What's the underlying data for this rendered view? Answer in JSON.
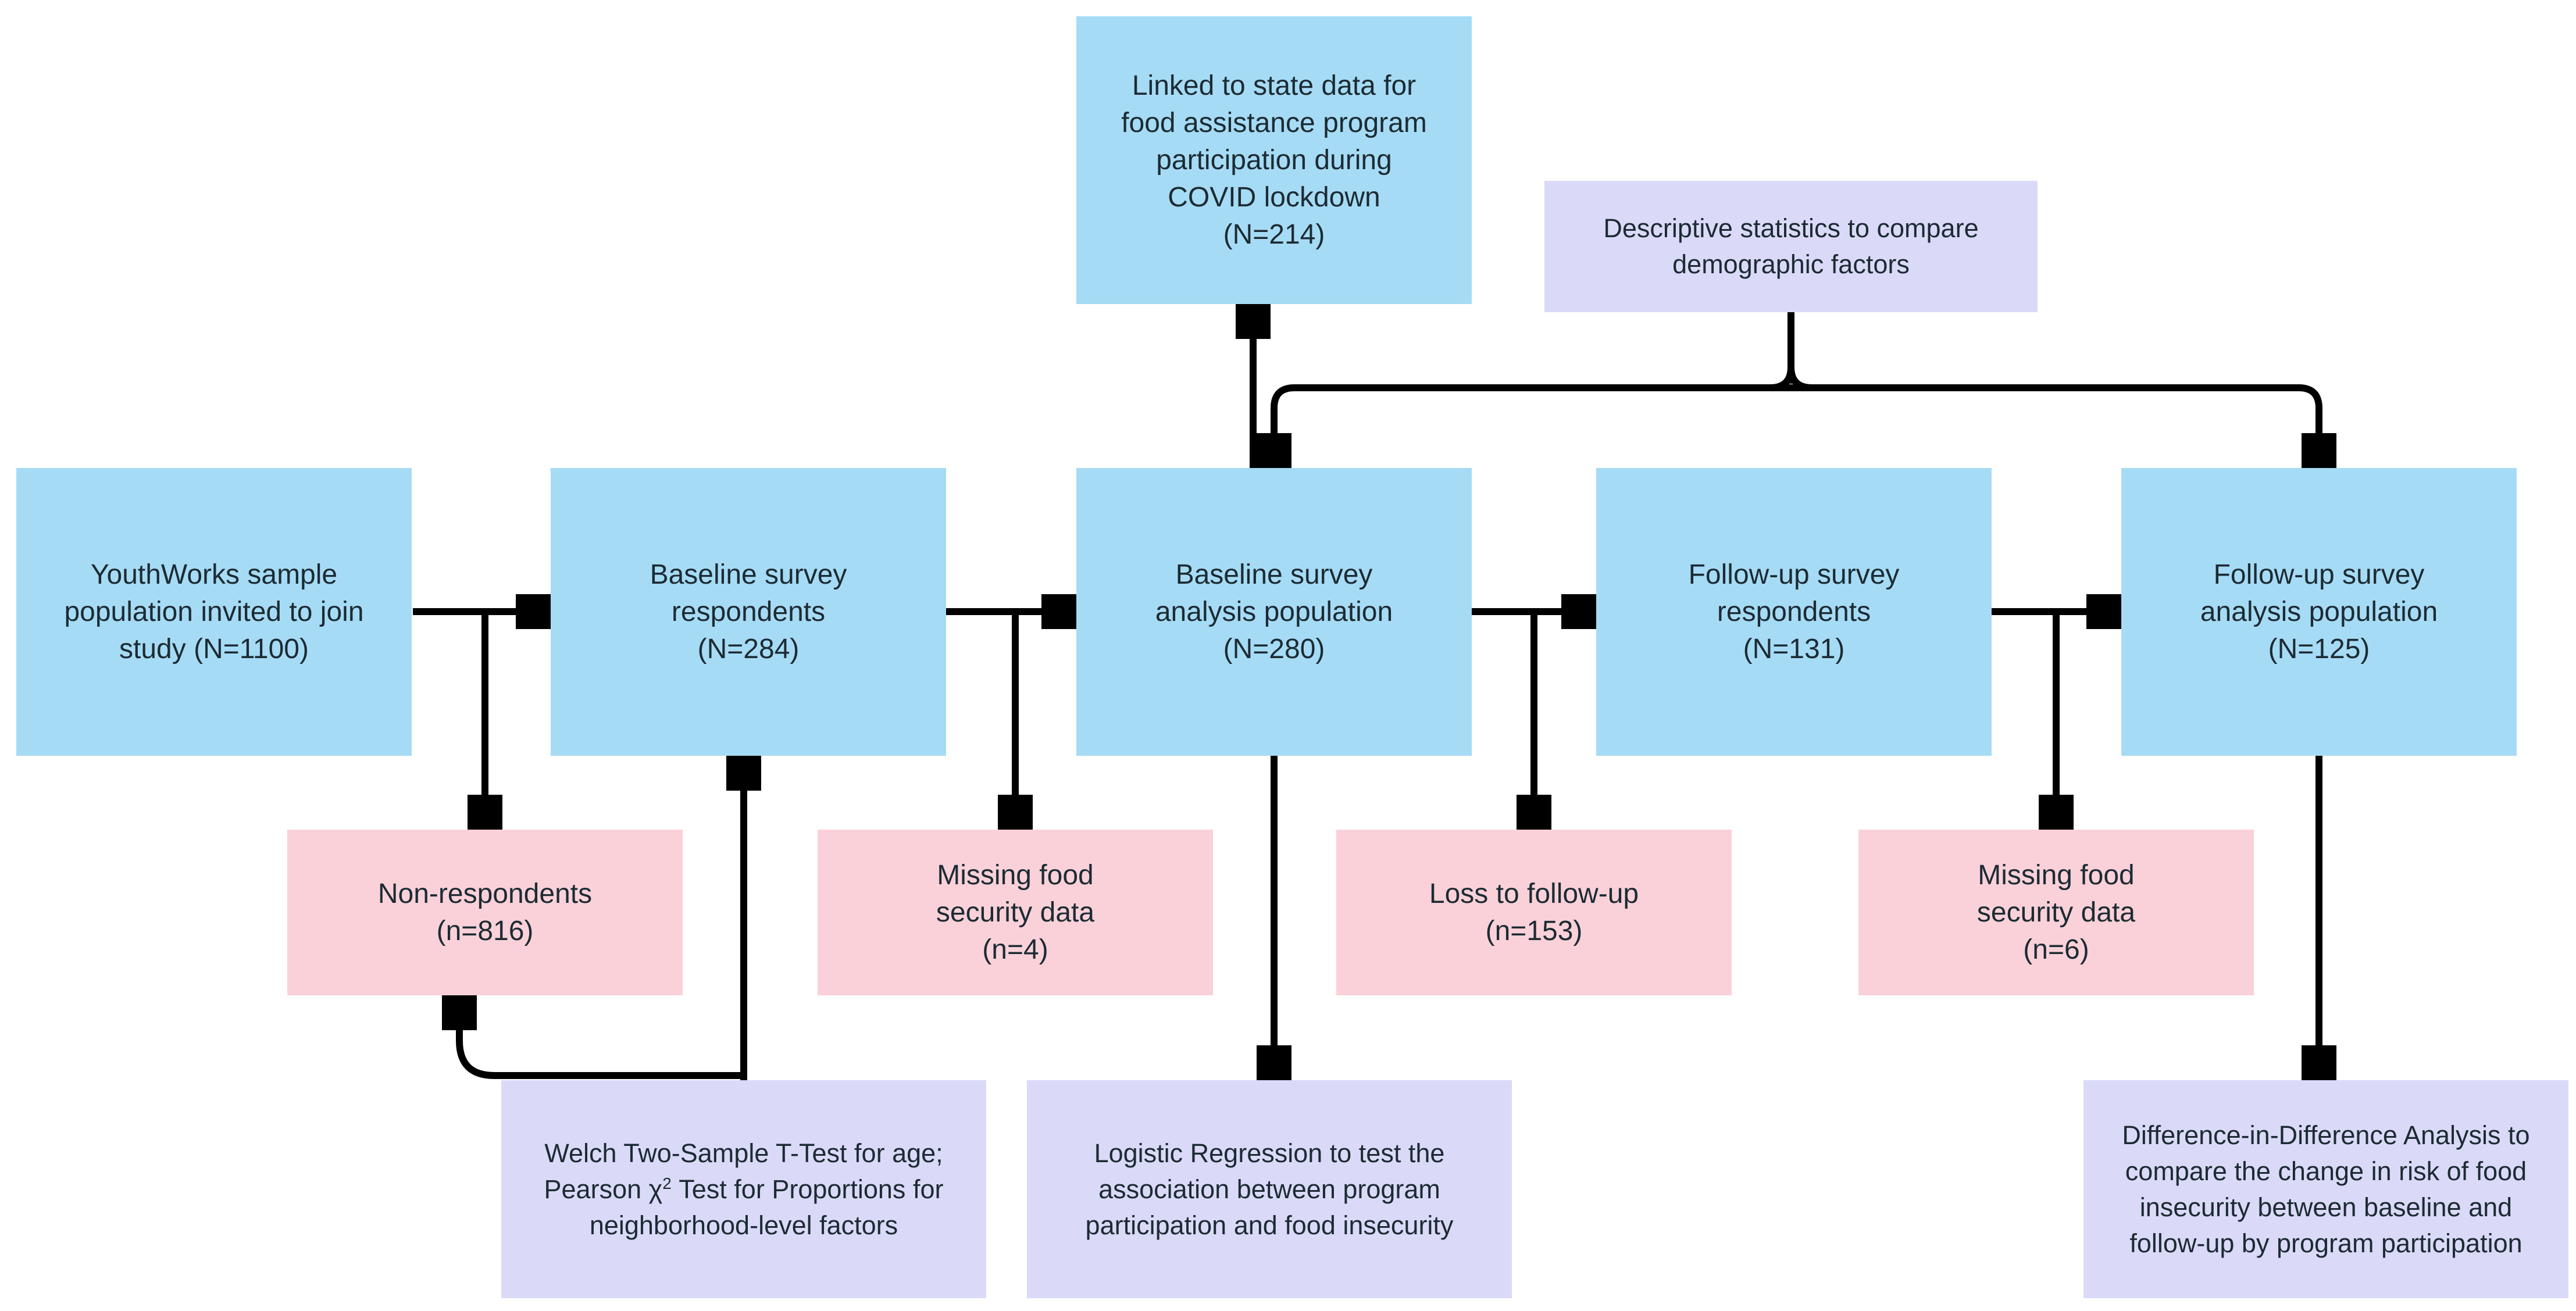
{
  "colors": {
    "blue": "#a6dbf5",
    "pink": "#fad1d9",
    "lavender": "#dadaf8",
    "text": "#1c2b33",
    "arrow": "#000000",
    "bg": "#ffffff"
  },
  "nodes": {
    "linked_state_data": {
      "lines": [
        "Linked to state data for",
        "food assistance program",
        "participation during",
        "COVID lockdown",
        "(N=214)"
      ]
    },
    "descriptive_stats": {
      "lines": [
        "Descriptive statistics to compare",
        "demographic factors"
      ]
    },
    "youthworks_sample": {
      "lines": [
        "YouthWorks sample",
        "population invited to join",
        "study (N=1100)"
      ]
    },
    "baseline_respondents": {
      "lines": [
        "Baseline survey",
        "respondents",
        "(N=284)"
      ]
    },
    "baseline_analysis": {
      "lines": [
        "Baseline survey",
        "analysis population",
        "(N=280)"
      ]
    },
    "followup_respondents": {
      "lines": [
        "Follow-up survey",
        "respondents",
        "(N=131)"
      ]
    },
    "followup_analysis": {
      "lines": [
        "Follow-up survey",
        "analysis population",
        "(N=125)"
      ]
    },
    "non_respondents": {
      "lines": [
        "Non-respondents",
        "(n=816)"
      ]
    },
    "missing_food_baseline": {
      "lines": [
        "Missing food",
        "security data",
        "(n=4)"
      ]
    },
    "loss_to_followup": {
      "lines": [
        "Loss to follow-up",
        "(n=153)"
      ]
    },
    "missing_food_followup": {
      "lines": [
        "Missing food",
        "security data",
        "(n=6)"
      ]
    },
    "welch_test": {
      "line1": "Welch Two-Sample T-Test for age;",
      "line2_pre": "Pearson χ",
      "line2_sup": "2",
      "line2_post": " Test for Proportions for",
      "line3": "neighborhood-level factors"
    },
    "logistic_regression": {
      "lines": [
        "Logistic Regression to test the",
        "association between program",
        "participation and food insecurity"
      ]
    },
    "diff_in_diff": {
      "lines": [
        "Difference-in-Difference Analysis to",
        "compare the change in risk of food",
        "insecurity between baseline and",
        "follow-up by program participation"
      ]
    }
  }
}
